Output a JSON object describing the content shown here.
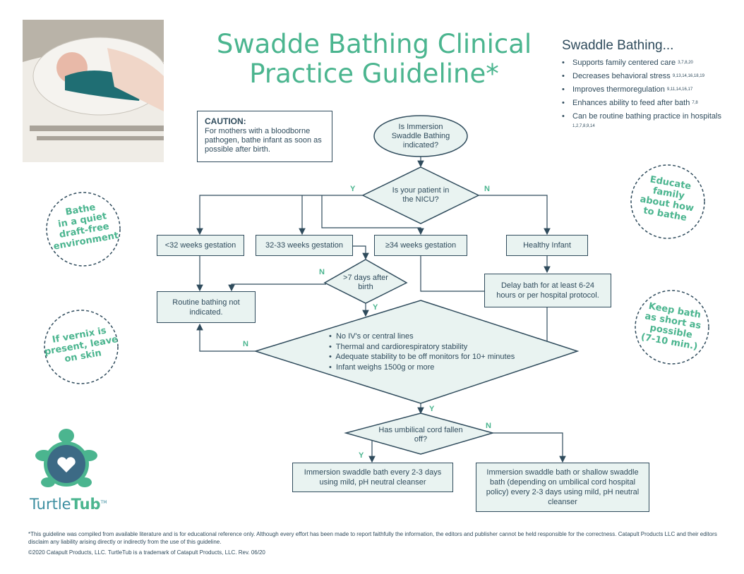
{
  "title": {
    "line1": "Swadde Bathing Clinical",
    "line2": "Practice Guideline*"
  },
  "benefits": {
    "heading": "Swaddle Bathing...",
    "items": [
      {
        "text": "Supports family centered care",
        "refs": "3,7,8,20"
      },
      {
        "text": "Decreases  behavioral stress",
        "refs": "9,13,14,16,18,19"
      },
      {
        "text": "Improves thermoregulation",
        "refs": "9,11,14,16,17"
      },
      {
        "text": "Enhances ability to feed after bath",
        "refs": "7,8"
      },
      {
        "text": "Can be routine bathing practice in hospitals",
        "refs": "1,2,7,8,9,14"
      }
    ]
  },
  "caution": {
    "heading": "CAUTION:",
    "text": "For mothers with a bloodborne pathogen, bathe infant as soon as possible after birth."
  },
  "flow": {
    "start": "Is Immersion Swaddle Bathing indicated?",
    "nicu_q": "Is your patient in the NICU?",
    "lt32": "<32 weeks gestation",
    "g32_33": "32-33 weeks gestation",
    "ge34": "≥34 weeks gestation",
    "healthy": "Healthy Infant",
    "gt7_q": ">7 days after birth",
    "routine_not": "Routine bathing not indicated.",
    "delay": "Delay bath for at least 6-24 hours or per hospital protocol.",
    "criteria": [
      "No IV's or central lines",
      "Thermal and cardiorespiratory stability",
      "Adequate stability to be off monitors for 10+ minutes",
      "Infant weighs 1500g or more"
    ],
    "cord_q": "Has umbilical cord fallen off?",
    "result_yes": "Immersion swaddle bath every 2-3 days using mild, pH neutral cleanser",
    "result_no": "Immersion swaddle bath or shallow swaddle bath (depending on umbilical cord hospital policy) every 2-3 days using mild, pH neutral cleanser",
    "y": "Y",
    "n": "N"
  },
  "stamps": {
    "quiet": [
      "Bathe",
      "in a quiet",
      "draft-free",
      "environment"
    ],
    "vernix": [
      "If vernix is",
      "present, leave",
      "on skin"
    ],
    "educate": [
      "Educate",
      "family",
      "about how",
      "to bathe"
    ],
    "short": [
      "Keep bath",
      "as short as",
      "possible",
      "(7-10 min.)"
    ]
  },
  "brand": {
    "name_part1": "Turtle",
    "name_part2": "Tub",
    "tm": "TM"
  },
  "footer": {
    "disclaimer": "*This guideline was compiled from available literature and is for educational reference only. Although every effort has been made to report faithfully the information, the editors and publisher cannot be held responsible for the correctness. Catapult Products LLC and their editors disclaim any liability arising directly or indirectly from the use of this guideline.",
    "copyright": "©2020 Catapult Products, LLC.  TurtleTub is a trademark of Catapult Products, LLC.  Rev. 06/20"
  },
  "colors": {
    "accent": "#4bb58f",
    "ink": "#2f4b5c",
    "boxFill": "#e9f3f1"
  }
}
